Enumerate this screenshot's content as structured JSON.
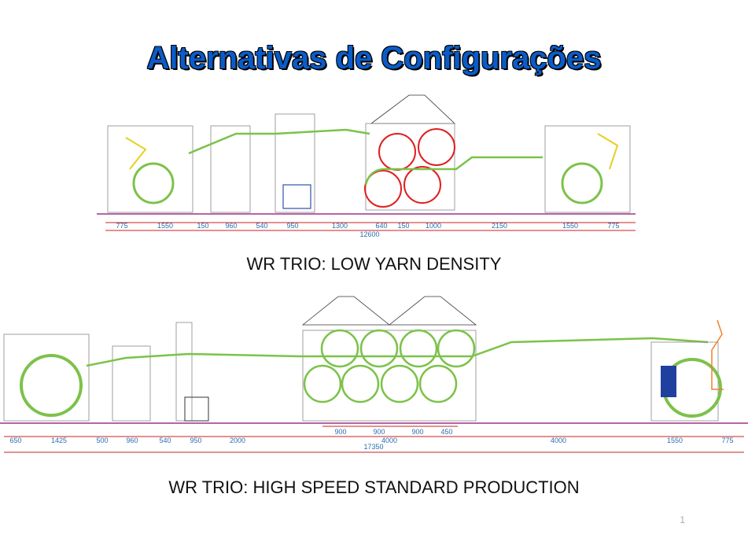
{
  "title": "Alternativas de Configurações",
  "drawing1": {
    "caption": "WR TRIO: LOW YARN DENSITY",
    "dimensions": [
      "775",
      "1550",
      "150",
      "960",
      "540",
      "950",
      "1300",
      "640",
      "150",
      "1000",
      "2150",
      "1550",
      "775"
    ],
    "total": "12600"
  },
  "drawing2": {
    "caption": "WR TRIO: HIGH SPEED STANDARD PRODUCTION",
    "dimensions": [
      "650",
      "1425",
      "500",
      "960",
      "540",
      "950",
      "2000",
      "4000",
      "4000",
      "1550",
      "775"
    ],
    "cylinder_spacing": [
      "900",
      "900",
      "900",
      "450"
    ],
    "total": "17350"
  },
  "page_number": "1",
  "colors": {
    "title": "#0a5cc8",
    "machine": "#7cc24a",
    "cylinder": "#e02020",
    "base": "#a0308a",
    "dim_line": "#cc2222"
  }
}
